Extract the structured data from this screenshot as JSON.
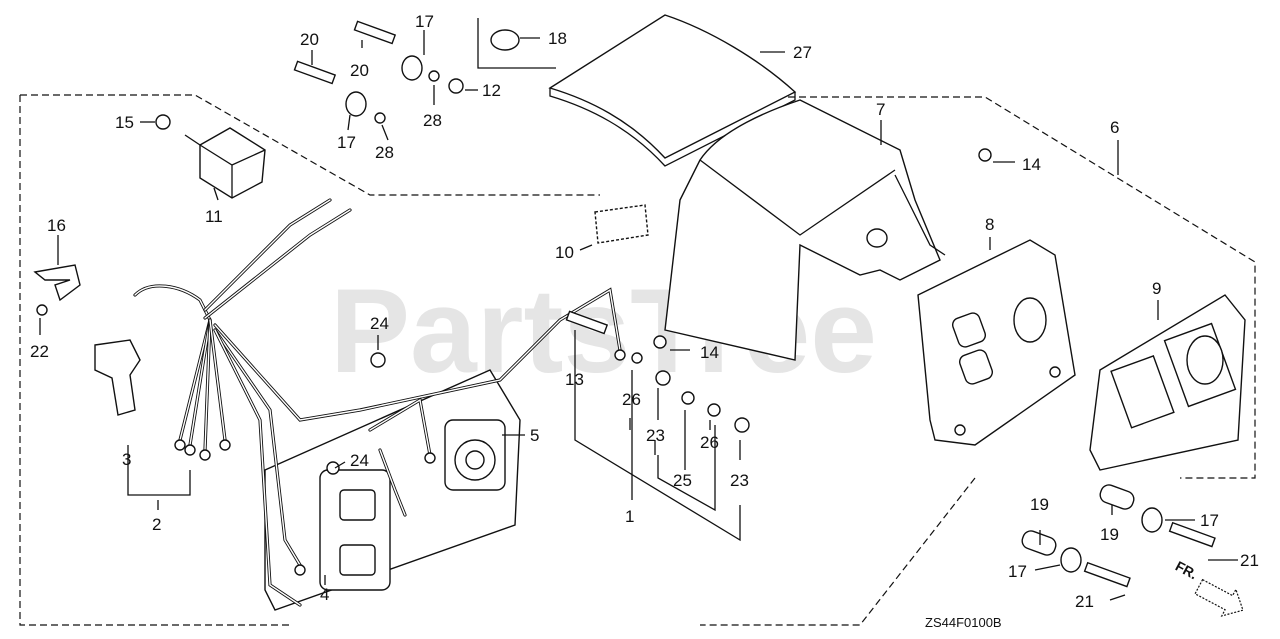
{
  "watermark": "PartsTree",
  "diagram_code": "ZS44F0100B",
  "direction_label": "FR.",
  "callouts": {
    "c1": "1",
    "c2": "2",
    "c3": "3",
    "c4": "4",
    "c5": "5",
    "c6": "6",
    "c7": "7",
    "c8": "8",
    "c9": "9",
    "c10": "10",
    "c11": "11",
    "c12": "12",
    "c13": "13",
    "c14a": "14",
    "c14b": "14",
    "c15": "15",
    "c16": "16",
    "c17a": "17",
    "c17b": "17",
    "c17c": "17",
    "c17d": "17",
    "c18": "18",
    "c19a": "19",
    "c19b": "19",
    "c20a": "20",
    "c20b": "20",
    "c21a": "21",
    "c21b": "21",
    "c22": "22",
    "c23a": "23",
    "c23b": "23",
    "c24a": "24",
    "c24b": "24",
    "c25": "25",
    "c26a": "26",
    "c26b": "26",
    "c27": "27",
    "c28a": "28",
    "c28b": "28"
  }
}
